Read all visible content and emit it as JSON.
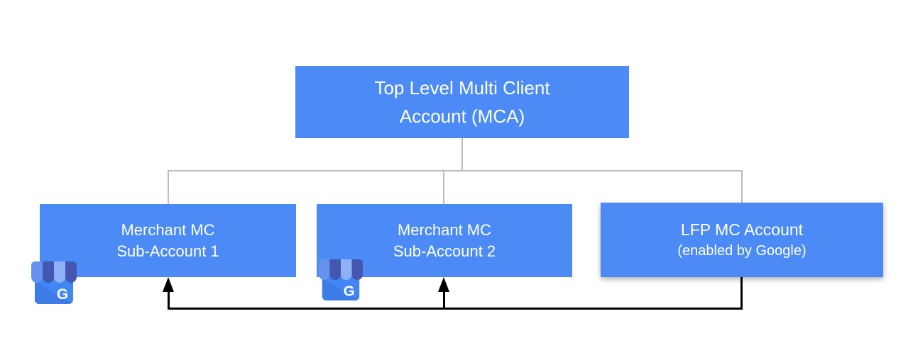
{
  "nodes": {
    "root": {
      "line1": "Top Level Multi Client",
      "line2": "Account (MCA)"
    },
    "child1": {
      "line1": "Merchant MC",
      "line2": "Sub-Account 1"
    },
    "child2": {
      "line1": "Merchant MC",
      "line2": "Sub-Account 2"
    },
    "child3": {
      "line1": "LFP MC Account",
      "line2": "(enabled by Google)"
    }
  },
  "icons": {
    "gmb_letter": "G",
    "gmb_name": "google-my-business"
  },
  "colors": {
    "node_blue": "#4C8BF5",
    "node_text": "#FFFFFF",
    "connector_gray": "#BDBDBD",
    "connector_black": "#000000",
    "icon_body_blue": "#4285F4",
    "icon_awning_dark": "#4357B0",
    "icon_awning_medium": "#6592EE",
    "icon_awning_light": "#8FB2F7"
  }
}
